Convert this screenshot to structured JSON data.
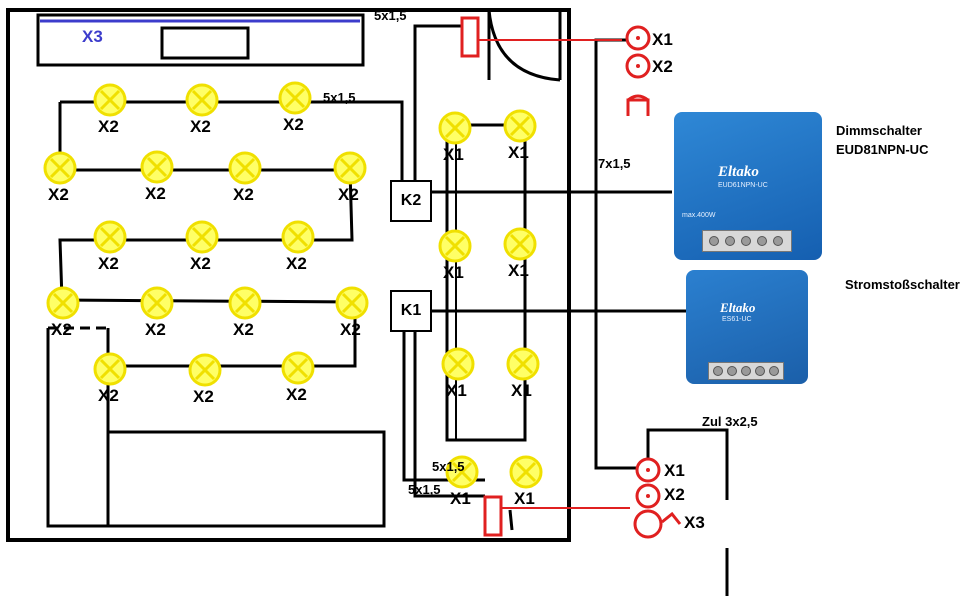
{
  "diagram": {
    "ceiling_label": "X3",
    "cable_top_left": "5x1,5",
    "cable_lamps_row": "5x1,5",
    "cable_bottom_1": "5x1,5",
    "cable_bottom_2": "5x1,5",
    "cable_riser": "7x1,5",
    "cable_supply": "Zul 3x2,5",
    "relay_k1": "K1",
    "relay_k2": "K2",
    "lamp_label_x1": "X1",
    "lamp_label_x2": "X2",
    "terminal_labels": {
      "top_x1": "X1",
      "top_x2": "X2",
      "bottom_x1": "X1",
      "bottom_x2": "X2",
      "bottom_x3": "X3"
    },
    "dimmer": {
      "title_line1": "Dimmschalter",
      "title_line2": "EUD81NPN-UC",
      "brand": "Eltako",
      "model": "EUD61NPN-UC",
      "power": "max.400W"
    },
    "impulse_switch": {
      "title": "Stromstoßschalter",
      "brand": "Eltako",
      "model": "ES61-UC"
    },
    "colors": {
      "lamp_fill": "#ffff66",
      "lamp_ring": "#f0e000",
      "switch_red": "#e02020",
      "ceiling_blue": "#3c3ccc",
      "device_blue": "#1f6fc4"
    }
  }
}
